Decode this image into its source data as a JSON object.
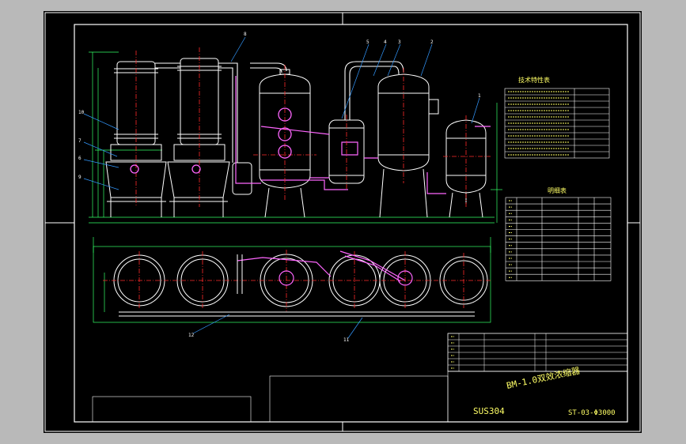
{
  "drawing": {
    "title_block_name": "BM-1.0双效浓缩器",
    "material": "SUS304",
    "drawing_number": "ST-03-Φ3000"
  },
  "tech_table": {
    "title": "技术特性表"
  },
  "parts_table": {
    "title": "明细表"
  },
  "callouts": [
    "1",
    "2",
    "3",
    "4",
    "5",
    "6",
    "7",
    "8",
    "9",
    "10",
    "11",
    "12"
  ],
  "colors": {
    "background_outer": "#b9b9b9",
    "canvas": "#000000",
    "frame": "#ffffff",
    "vessel": "#ffffff",
    "centerline": "#ff2a2a",
    "pipe": "#ff66ff",
    "dimension": "#33ff66",
    "leader": "#3399ff",
    "accent_yellow": "#ffff66",
    "accent_cyan": "#66ffff"
  }
}
